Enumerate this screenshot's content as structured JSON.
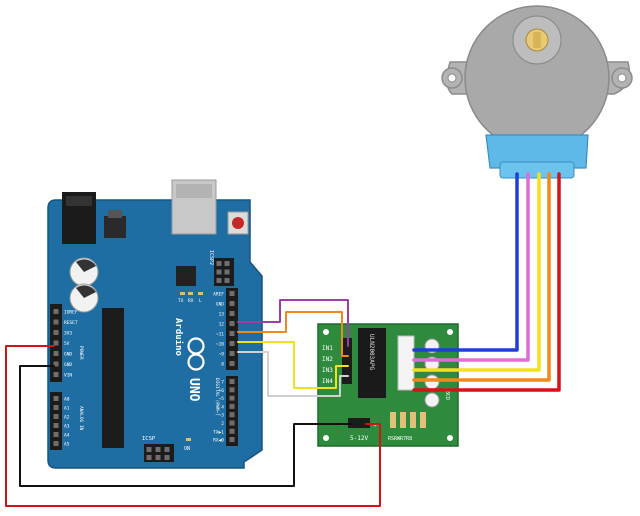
{
  "colors": {
    "board": "#1f6ea3",
    "board_edge": "#16557f",
    "driver_pcb": "#2e8b3e",
    "motor_body": "#a9a9a9",
    "motor_cap": "#5fb9e8",
    "wire_blue": "#1e3fd4",
    "wire_pink": "#e36bd8",
    "wire_yellow": "#f2e11b",
    "wire_orange": "#f0891a",
    "wire_red": "#d41414",
    "wire_black": "#111111",
    "wire_purple": "#9b3fa6",
    "wire_white": "#e8e8e8"
  },
  "arduino": {
    "brand": "Arduino",
    "model": "UNO",
    "reset": "RESET",
    "icsp": "ICSP",
    "icsp2": "ICSP2",
    "tx": "TX",
    "rx": "RX",
    "on": "ON",
    "l": "L",
    "aref": "AREF",
    "gnd": "GND",
    "digital": "DIGITAL (PWM~)",
    "analog_in": "ANALOG IN",
    "power": "POWER",
    "txd": "TX▶1",
    "rxd": "RX◀0",
    "power_pins": [
      "IOREF",
      "RESET",
      "3V3",
      "5V",
      "GND",
      "GND",
      "VIN"
    ],
    "analog_pins": [
      "A0",
      "A1",
      "A2",
      "A3",
      "A4",
      "A5"
    ],
    "digital_pins": [
      "13",
      "12",
      "~11",
      "~10",
      "~9",
      "8",
      "7",
      "~6",
      "~5",
      "4",
      "~3",
      "2"
    ]
  },
  "driver": {
    "chip": "ULN2003APG",
    "inputs": [
      "IN1",
      "IN2",
      "IN3",
      "IN4"
    ],
    "power": "5-12V",
    "led_label": "ABCD",
    "silk_bottom": "RSRWR7R8",
    "minus": "-",
    "plus": "+"
  }
}
